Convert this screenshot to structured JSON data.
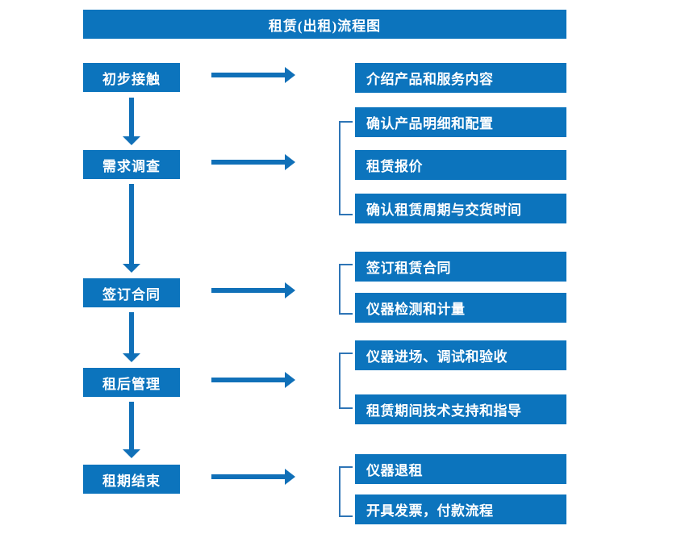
{
  "diagram": {
    "title": "租赁(出租)流程图",
    "accent_color": "#0c74bd",
    "arrow_color": "#1070b8",
    "bracket_color": "#2e75b6",
    "stages": [
      {
        "id": "stage-1",
        "label": "初步接触",
        "details": [
          "介绍产品和服务内容"
        ],
        "has_bracket": false
      },
      {
        "id": "stage-2",
        "label": "需求调查",
        "details": [
          "确认产品明细和配置",
          "租赁报价",
          "确认租赁周期与交货时间"
        ],
        "has_bracket": true
      },
      {
        "id": "stage-3",
        "label": "签订合同",
        "details": [
          "签订租赁合同",
          "仪器检测和计量"
        ],
        "has_bracket": true
      },
      {
        "id": "stage-4",
        "label": "租后管理",
        "details": [
          "仪器进场、调试和验收",
          "租赁期间技术支持和指导"
        ],
        "has_bracket": true
      },
      {
        "id": "stage-5",
        "label": "租期结束",
        "details": [
          "仪器退租",
          "开具发票，付款流程"
        ],
        "has_bracket": true
      }
    ],
    "flow_connectors": [
      {
        "from": "初步接触",
        "to": "需求调查",
        "direction": "down"
      },
      {
        "from": "需求调查",
        "to": "签订合同",
        "direction": "down"
      },
      {
        "from": "签订合同",
        "to": "租后管理",
        "direction": "down"
      },
      {
        "from": "租后管理",
        "to": "租期结束",
        "direction": "down"
      },
      {
        "from": "初步接触",
        "to": "介绍产品和服务内容",
        "direction": "right"
      },
      {
        "from": "需求调查",
        "to": "确认产品明细和配置",
        "direction": "right"
      },
      {
        "from": "签订合同",
        "to": "签订租赁合同",
        "direction": "right"
      },
      {
        "from": "租后管理",
        "to": "仪器进场、调试和验收",
        "direction": "right"
      },
      {
        "from": "租期结束",
        "to": "仪器退租",
        "direction": "right"
      }
    ]
  }
}
